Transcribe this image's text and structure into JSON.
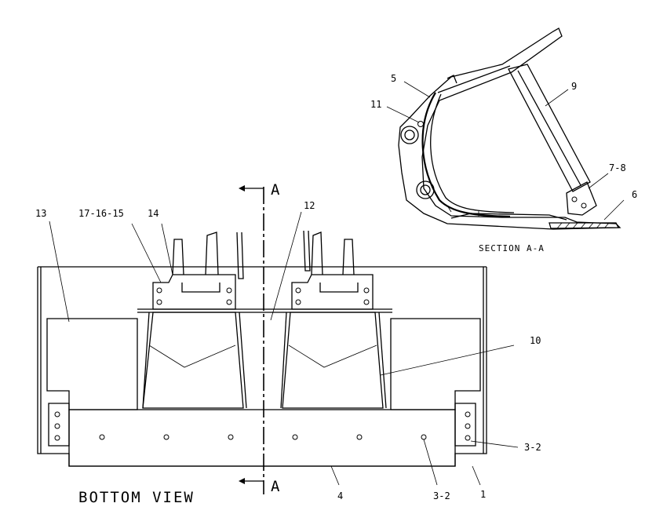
{
  "drawing": {
    "view_title": "BOTTOM VIEW",
    "section_title": "SECTION A-A",
    "section_marker": "A"
  },
  "callouts": {
    "c1": "1",
    "c3_2a": "3-2",
    "c3_2b": "3-2",
    "c4": "4",
    "c5": "5",
    "c6": "6",
    "c7_8": "7-8",
    "c9": "9",
    "c10": "10",
    "c11": "11",
    "c12": "12",
    "c13": "13",
    "c14": "14",
    "c17_16_15": "17-16-15"
  }
}
